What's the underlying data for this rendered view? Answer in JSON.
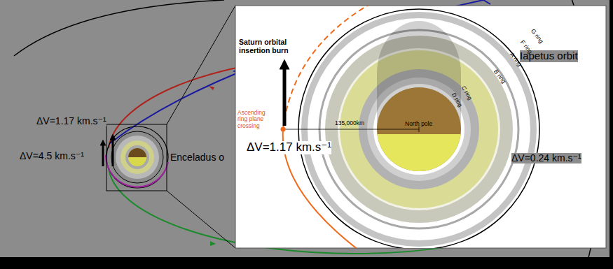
{
  "diagram": {
    "labels": [
      "Iapetus orbit",
      "ΔV=1.17 km.s⁻¹",
      "ΔV=4.5 km.s⁻¹",
      "Enceladus o",
      "ΔV=0.24 km.s⁻¹",
      "Saturn orbital insertion burn",
      "Ascending ring plane crossing",
      "135,000km",
      "North pole",
      "G ring",
      "F ring",
      "A ring",
      "B ring",
      "C ring",
      "D ring",
      "ΔV=1.17 km.s⁻¹"
    ]
  }
}
